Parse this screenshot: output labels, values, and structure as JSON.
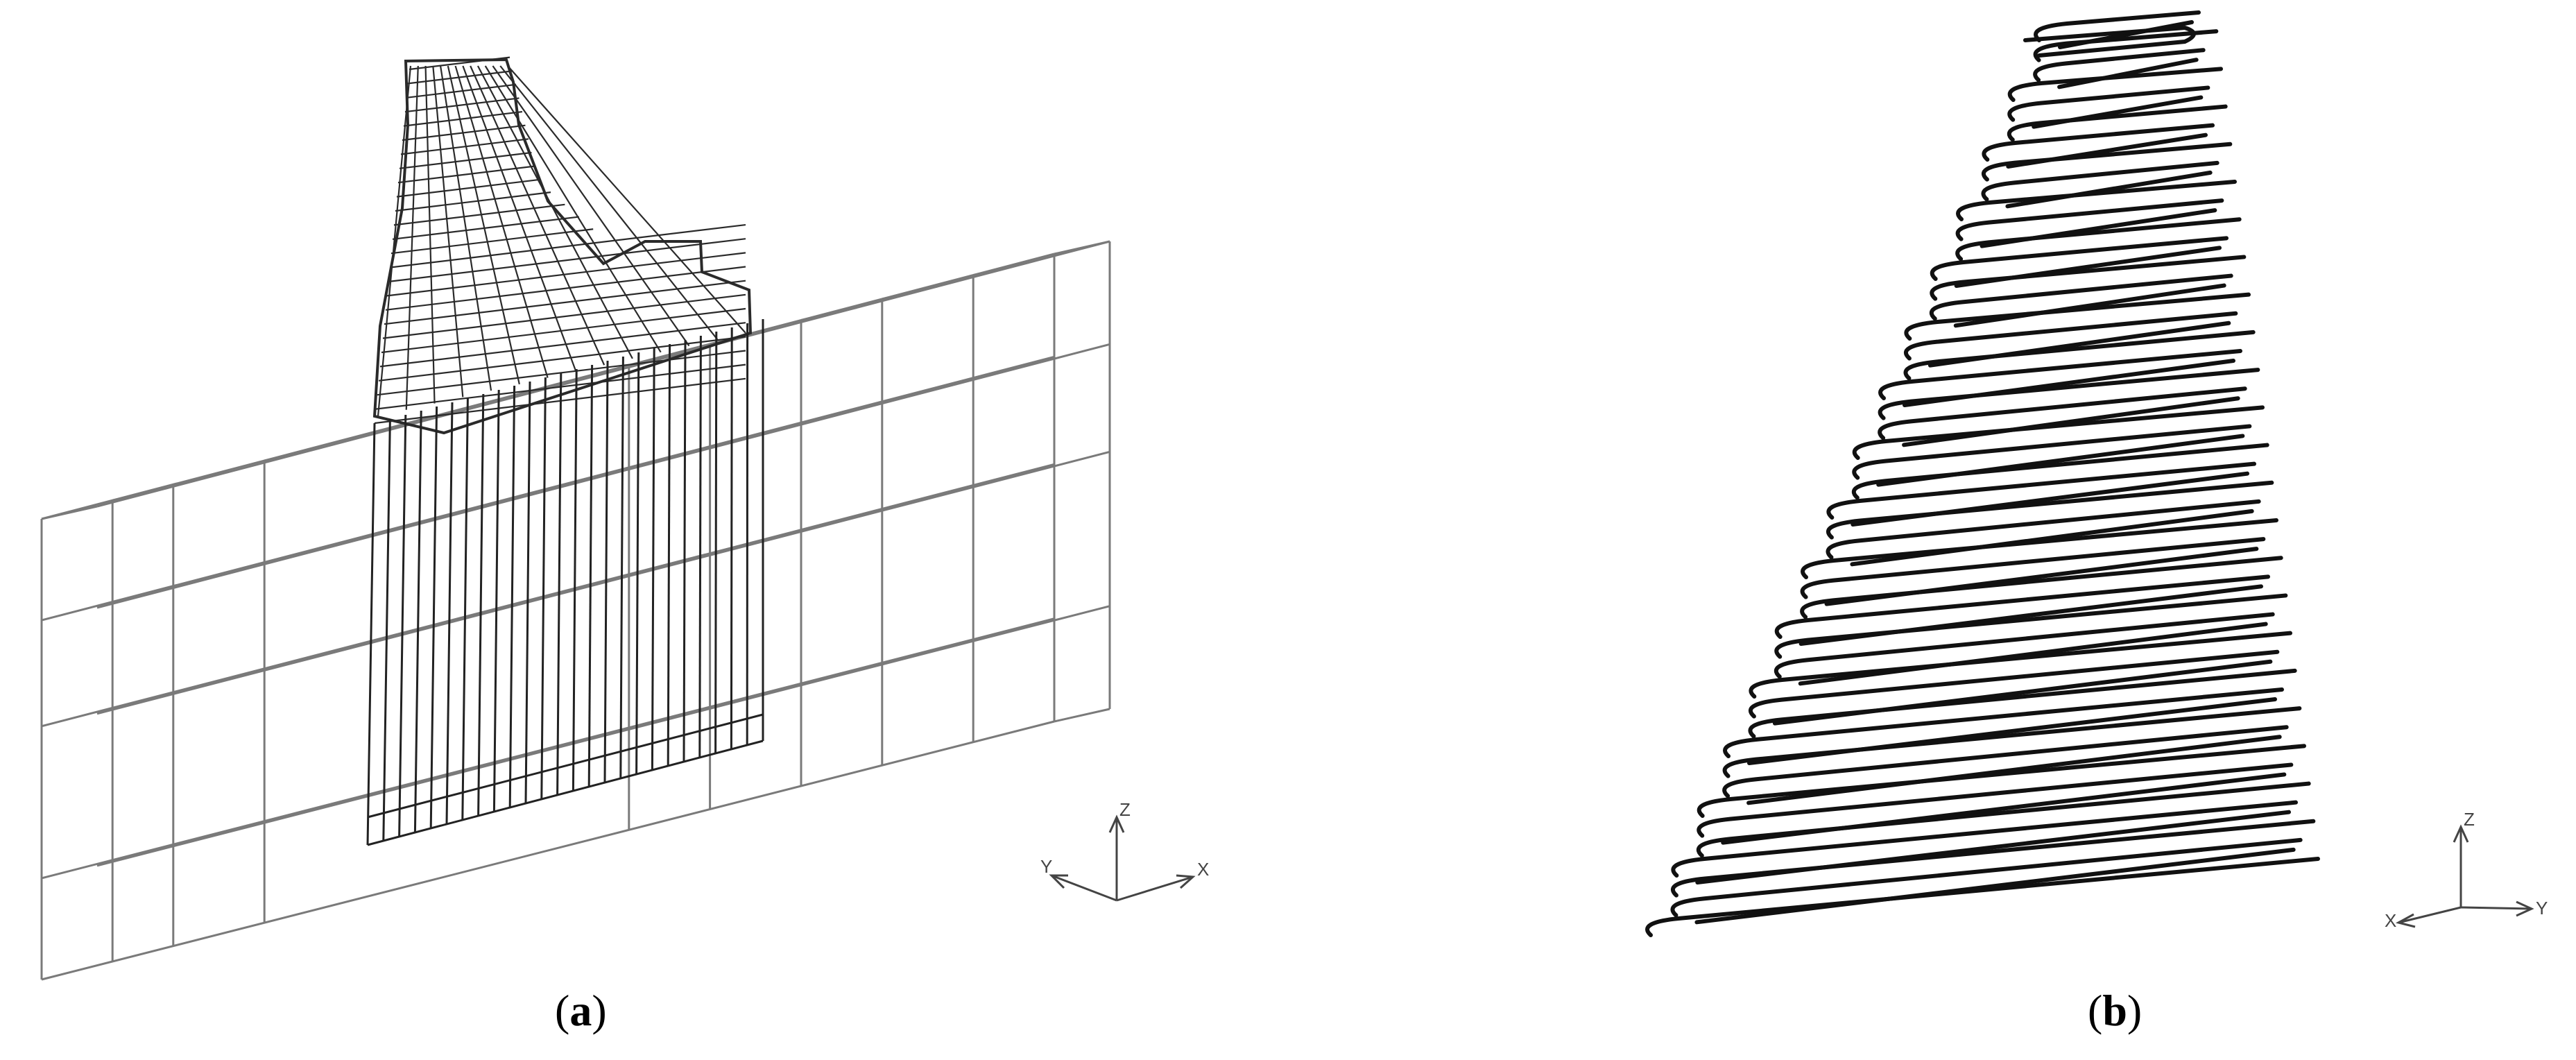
{
  "panels": [
    {
      "id": "a",
      "open": "(",
      "letter": "a",
      "close": ")",
      "axes": {
        "vertical": "Z",
        "left": "Y",
        "right": "X"
      }
    },
    {
      "id": "b",
      "open": "(",
      "letter": "b",
      "close": ")",
      "axes": {
        "vertical": "Z",
        "left": "X",
        "right": "Y"
      }
    }
  ],
  "colors": {
    "frame": "#7a7a7a",
    "dam": "#2a2a2a",
    "contour": "#111111",
    "axis": "#444444"
  }
}
